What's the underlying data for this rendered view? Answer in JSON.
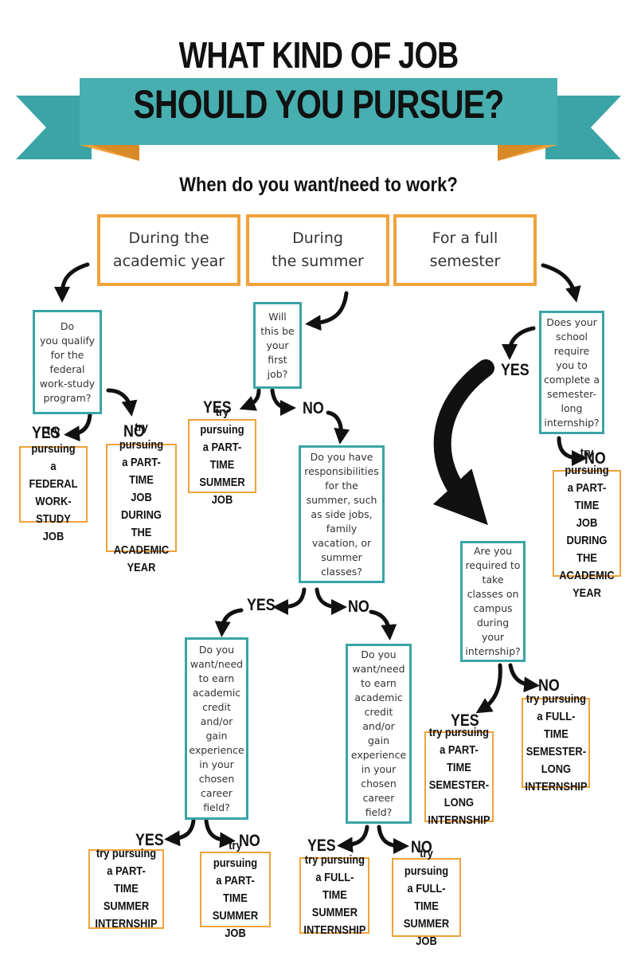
{
  "title": {
    "line1": "WHAT KIND OF JOB",
    "line2": "SHOULD YOU PURSUE?"
  },
  "question": "When do you want/need to work?",
  "colors": {
    "teal": "#3aa4a6",
    "orange": "#f0a23a",
    "dark_teal": "#2b7f83",
    "dark_orange": "#d98a28"
  },
  "options": {
    "academic": "During the\nacademic year",
    "summer": "During\nthe summer",
    "semester": "For a full\nsemester"
  },
  "questions": {
    "work_study": "Do\nyou qualify\nfor the\nfederal\nwork-study\nprogram?",
    "first_job": "Will\nthis be\nyour\nfirst\njob?",
    "responsibilities": "Do you have\nresponsibilities\nfor the\nsummer, such\nas side jobs,\nfamily\nvacation, or\nsummer\nclasses?",
    "credit_yes": "Do you\nwant/need\nto earn\nacademic\ncredit\nand/or\ngain\nexperience\nin your\nchosen\ncareer\nfield?",
    "credit_no": "Do you\nwant/need\nto earn\nacademic\ncredit\nand/or\ngain\nexperience\nin your\nchosen\ncareer\nfield?",
    "school_require": "Does your\nschool\nrequire\nyou to\ncomplete a\nsemester-\nlong\ninternship?",
    "campus_classes": "Are you\nrequired to\ntake\nclasses on\ncampus\nduring\nyour\ninternship?"
  },
  "results": {
    "federal_work_study": "try pursuing\na FEDERAL\nWORK-\nSTUDY JOB",
    "pt_academic_1": "try pursuing\na PART-TIME\nJOB DURING\nTHE\nACADEMIC\nYEAR",
    "pt_summer_job_1": "try pursuing\na PART-TIME\nSUMMER\nJOB",
    "pt_summer_internship": "try pursuing\na PART-TIME\nSUMMER\nINTERNSHIP",
    "pt_summer_job_2": "try pursuing\na PART-TIME\nSUMMER\nJOB",
    "ft_summer_internship": "try pursuing\na FULL-TIME\nSUMMER\nINTERNSHIP",
    "ft_summer_job": "try pursuing\na FULL-TIME\nSUMMER\nJOB",
    "pt_academic_2": "try pursuing\na PART-TIME\nJOB DURING\nTHE\nACADEMIC\nYEAR",
    "pt_semester_internship": "try pursuing\na PART-TIME\nSEMESTER-\nLONG\nINTERNSHIP",
    "ft_semester_internship": "try pursuing\na FULL-TIME\nSEMESTER-\nLONG\nINTERNSHIP"
  },
  "labels": {
    "yes": "YES",
    "no": "NO"
  }
}
